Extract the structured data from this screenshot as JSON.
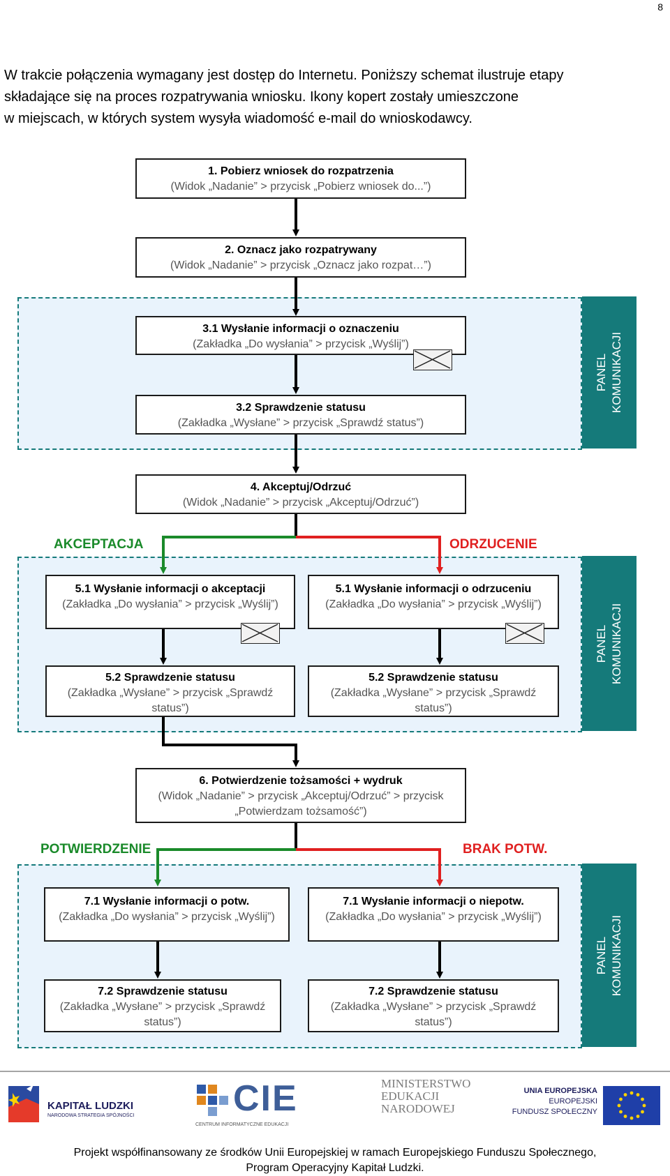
{
  "page_number": "8",
  "intro": [
    "W trakcie połączenia wymagany jest dostęp do Internetu. Poniższy schemat ilustruje etapy",
    "składające się na proces rozpatrywania wniosku. Ikony kopert zostały umieszczone",
    "w miejscach, w których system wysyła wiadomość e-mail do wnioskodawcy."
  ],
  "panel_label": [
    "PANEL",
    "KOMUNIKACJI"
  ],
  "steps": {
    "s1": {
      "title": "1. Pobierz wniosek do rozpatrzenia",
      "sub": "(Widok „Nadanie” > przycisk „Pobierz wniosek do...”)"
    },
    "s2": {
      "title": "2. Oznacz jako rozpatrywany",
      "sub": "(Widok „Nadanie” > przycisk „Oznacz jako rozpat…”)"
    },
    "s31": {
      "title": "3.1 Wysłanie informacji o oznaczeniu",
      "sub": "(Zakładka „Do wysłania” > przycisk „Wyślij”)"
    },
    "s32": {
      "title": "3.2 Sprawdzenie statusu",
      "sub": "(Zakładka „Wysłane” > przycisk „Sprawdź status”)"
    },
    "s4": {
      "title": "4. Akceptuj/Odrzuć",
      "sub": "(Widok „Nadanie” > przycisk „Akceptuj/Odrzuć”)"
    },
    "s51a": {
      "title": "5.1 Wysłanie informacji o akceptacji",
      "sub": "(Zakładka „Do wysłania” > przycisk „Wyślij”)"
    },
    "s51b": {
      "title": "5.1 Wysłanie informacji o odrzuceniu",
      "sub": "(Zakładka „Do wysłania” > przycisk „Wyślij”)"
    },
    "s52a": {
      "title": "5.2 Sprawdzenie statusu",
      "sub": "(Zakładka „Wysłane” > przycisk „Sprawdź",
      "sub2": "status”)"
    },
    "s52b": {
      "title": "5.2 Sprawdzenie statusu",
      "sub": "(Zakładka „Wysłane” > przycisk „Sprawdź",
      "sub2": "status”)"
    },
    "s6": {
      "title": "6. Potwierdzenie tożsamości + wydruk",
      "sub": "(Widok „Nadanie” > przycisk „Akceptuj/Odrzuć” > przycisk",
      "sub2": "„Potwierdzam tożsamość”)"
    },
    "s71a": {
      "title": "7.1 Wysłanie informacji o potw.",
      "sub": "(Zakładka „Do wysłania” > przycisk „Wyślij”)"
    },
    "s71b": {
      "title": "7.1 Wysłanie informacji o  niepotw.",
      "sub": "(Zakładka „Do wysłania” > przycisk „Wyślij”)"
    },
    "s72a": {
      "title": "7.2 Sprawdzenie statusu",
      "sub": "(Zakładka „Wysłane” > przycisk „Sprawdź",
      "sub2": "status”)"
    },
    "s72b": {
      "title": "7.2 Sprawdzenie statusu",
      "sub": "(Zakładka „Wysłane” > przycisk „Sprawdź",
      "sub2": "status”)"
    }
  },
  "branches": {
    "accept": "AKCEPTACJA",
    "reject": "ODRZUCENIE",
    "confirm": "POTWIERDZENIE",
    "no_confirm": "BRAK POTW."
  },
  "colors": {
    "green": "#1a8a2a",
    "red": "#e02020",
    "teal": "#157a7a",
    "panel_bg": "#e9f3fc"
  },
  "logos": {
    "kl_title": "KAPITAŁ LUDZKI",
    "kl_sub": "NARODOWA STRATEGIA SPÓJNOŚCI",
    "cie": "CIE",
    "cie_sub": "CENTRUM INFORMATYCZNE EDUKACJI",
    "men": [
      "MINISTERSTWO",
      "EDUKACJI",
      "NARODOWEJ"
    ],
    "ue": [
      "UNIA EUROPEJSKA",
      "EUROPEJSKI",
      "FUNDUSZ SPOŁECZNY"
    ]
  },
  "footer": [
    "Projekt współfinansowany ze środków Unii Europejskiej w ramach Europejskiego Funduszu Społecznego,",
    "Program Operacyjny Kapitał Ludzki."
  ]
}
